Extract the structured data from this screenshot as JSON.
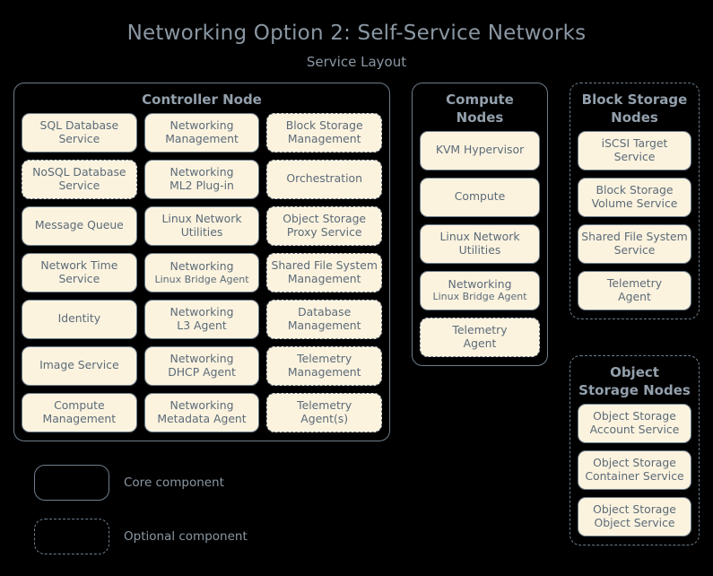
{
  "header": {
    "title": "Networking Option 2: Self-Service Networks",
    "subtitle": "Service Layout"
  },
  "colors": {
    "background": "#000000",
    "box_fill": "#FCF3DF",
    "border": "#6e7e8c",
    "title_text": "#8a97a3",
    "box_text": "#5b6b78"
  },
  "nodes": {
    "controller": {
      "title": "Controller Node",
      "style": "solid",
      "columns": [
        {
          "items": [
            {
              "line1": "SQL Database",
              "line2": "Service",
              "style": "solid"
            },
            {
              "line1": "NoSQL Database",
              "line2": "Service",
              "style": "dashed"
            },
            {
              "line1": "Message Queue",
              "line2": "",
              "style": "solid"
            },
            {
              "line1": "Network Time",
              "line2": "Service",
              "style": "solid"
            },
            {
              "line1": "Identity",
              "line2": "",
              "style": "solid"
            },
            {
              "line1": "Image Service",
              "line2": "",
              "style": "solid"
            },
            {
              "line1": "Compute",
              "line2": "Management",
              "style": "solid"
            }
          ]
        },
        {
          "items": [
            {
              "line1": "Networking",
              "line2": "Management",
              "style": "solid"
            },
            {
              "line1": "Networking",
              "line2": "ML2 Plug-in",
              "style": "solid"
            },
            {
              "line1": "Linux Network",
              "line2": "Utilities",
              "style": "solid"
            },
            {
              "line1": "Networking",
              "line2": "Linux Bridge Agent",
              "style": "solid",
              "small2": true
            },
            {
              "line1": "Networking",
              "line2": "L3 Agent",
              "style": "solid"
            },
            {
              "line1": "Networking",
              "line2": "DHCP Agent",
              "style": "solid"
            },
            {
              "line1": "Networking",
              "line2": "Metadata Agent",
              "style": "solid"
            }
          ]
        },
        {
          "items": [
            {
              "line1": "Block Storage",
              "line2": "Management",
              "style": "dashed"
            },
            {
              "line1": "Orchestration",
              "line2": "",
              "style": "dashed"
            },
            {
              "line1": "Object Storage",
              "line2": "Proxy Service",
              "style": "dashed"
            },
            {
              "line1": "Shared File System",
              "line2": "Management",
              "style": "dashed"
            },
            {
              "line1": "Database",
              "line2": "Management",
              "style": "dashed"
            },
            {
              "line1": "Telemetry",
              "line2": "Management",
              "style": "dashed"
            },
            {
              "line1": "Telemetry",
              "line2": "Agent(s)",
              "style": "dashed"
            }
          ]
        }
      ]
    },
    "compute": {
      "title": "Compute\nNodes",
      "title_lines": [
        "Compute",
        "Nodes"
      ],
      "style": "solid",
      "items": [
        {
          "line1": "KVM Hypervisor",
          "line2": "",
          "style": "solid"
        },
        {
          "line1": "Compute",
          "line2": "",
          "style": "solid"
        },
        {
          "line1": "Linux Network",
          "line2": "Utilities",
          "style": "solid"
        },
        {
          "line1": "Networking",
          "line2": "Linux Bridge Agent",
          "style": "solid",
          "small2": true
        },
        {
          "line1": "Telemetry",
          "line2": "Agent",
          "style": "dashed"
        }
      ]
    },
    "block_storage": {
      "title_lines": [
        "Block Storage",
        "Nodes"
      ],
      "style": "dashed",
      "items": [
        {
          "line1": "iSCSI Target",
          "line2": "Service",
          "style": "solid"
        },
        {
          "line1": "Block Storage",
          "line2": "Volume Service",
          "style": "solid"
        },
        {
          "line1": "Shared File System",
          "line2": "Service",
          "style": "solid"
        },
        {
          "line1": "Telemetry",
          "line2": "Agent",
          "style": "solid"
        }
      ]
    },
    "object_storage": {
      "title_lines": [
        "Object",
        "Storage Nodes"
      ],
      "style": "dashed",
      "items": [
        {
          "line1": "Object Storage",
          "line2": "Account Service",
          "style": "solid"
        },
        {
          "line1": "Object Storage",
          "line2": "Container Service",
          "style": "solid"
        },
        {
          "line1": "Object Storage",
          "line2": "Object Service",
          "style": "solid"
        }
      ]
    }
  },
  "legend": {
    "core": {
      "label": "Core component",
      "style": "solid"
    },
    "optional": {
      "label": "Optional component",
      "style": "dashed"
    }
  }
}
